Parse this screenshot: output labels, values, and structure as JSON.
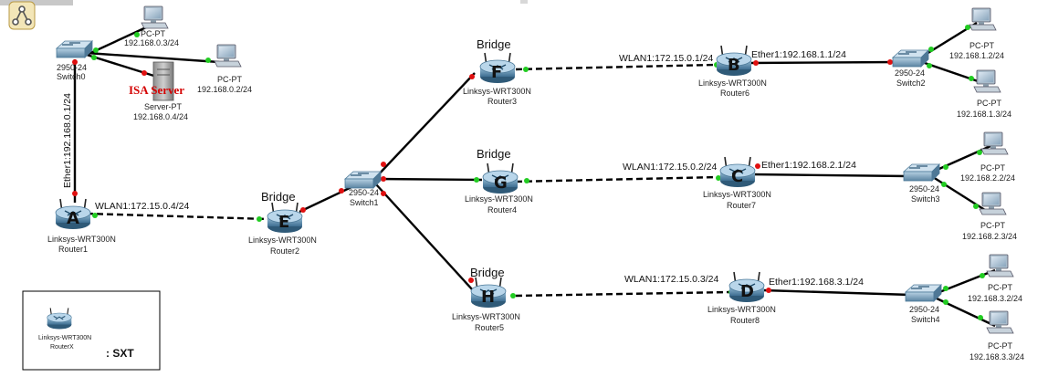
{
  "toolbar": {
    "icon": "network-diagram-icon"
  },
  "colors": {
    "port_up": "#22cc22",
    "port_down": "#e01010",
    "router": "#5e8aa8",
    "switch": "#6a8fa8",
    "isa": "#d40000"
  },
  "devices": {
    "switch0": {
      "model": "2950-24",
      "name": "Switch0"
    },
    "switch1": {
      "model": "2950-24",
      "name": "Switch1"
    },
    "switch2": {
      "model": "2950-24",
      "name": "Switch2"
    },
    "switch3": {
      "model": "2950-24",
      "name": "Switch3"
    },
    "switch4": {
      "model": "2950-24",
      "name": "Switch4"
    },
    "router1": {
      "model": "Linksys-WRT300N",
      "name": "Router1",
      "letter": "A"
    },
    "router2": {
      "model": "Linksys-WRT300N",
      "name": "Router2",
      "letter": "E",
      "role": "Bridge"
    },
    "router3": {
      "model": "Linksys-WRT300N",
      "name": "Router3",
      "letter": "F",
      "role": "Bridge"
    },
    "router4": {
      "model": "Linksys-WRT300N",
      "name": "Router4",
      "letter": "G",
      "role": "Bridge"
    },
    "router5": {
      "model": "Linksys-WRT300N",
      "name": "Router5",
      "letter": "H",
      "role": "Bridge"
    },
    "router6": {
      "model": "Linksys-WRT300N",
      "name": "Router6",
      "letter": "B"
    },
    "router7": {
      "model": "Linksys-WRT300N",
      "name": "Router7",
      "letter": "C"
    },
    "router8": {
      "model": "Linksys-WRT300N",
      "name": "Router8",
      "letter": "D"
    },
    "server": {
      "model": "Server-PT",
      "ip": "192.168.0.4/24",
      "label": "ISA Server"
    },
    "pc_0_3": {
      "model": "PC-PT",
      "ip": "192.168.0.3/24"
    },
    "pc_0_2": {
      "model": "PC-PT",
      "ip": "192.168.0.2/24"
    },
    "pc_1_2": {
      "model": "PC-PT",
      "ip": "192.168.1.2/24"
    },
    "pc_1_3": {
      "model": "PC-PT",
      "ip": "192.168.1.3/24"
    },
    "pc_2_2": {
      "model": "PC-PT",
      "ip": "192.168.2.2/24"
    },
    "pc_2_3": {
      "model": "PC-PT",
      "ip": "192.168.2.3/24"
    },
    "pc_3_2": {
      "model": "PC-PT",
      "ip": "192.168.3.2/24"
    },
    "pc_3_3": {
      "model": "PC-PT",
      "ip": "192.168.3.3/24"
    }
  },
  "links": {
    "a_ether": "Ether1:192.168.0.1/24",
    "a_wlan": "WLAN1:172.15.0.4/24",
    "b_wlan": "WLAN1:172.15.0.1/24",
    "b_ether": "Ether1:192.168.1.1/24",
    "c_wlan": "WLAN1:172.15.0.2/24",
    "c_ether": "Ether1:192.168.2.1/24",
    "d_wlan": "WLAN1:172.15.0.3/24",
    "d_ether": "Ether1:192.168.3.1/24"
  },
  "legend": {
    "model": "Linksys-WRT300N",
    "name": "RouterX",
    "text": ": SXT"
  }
}
